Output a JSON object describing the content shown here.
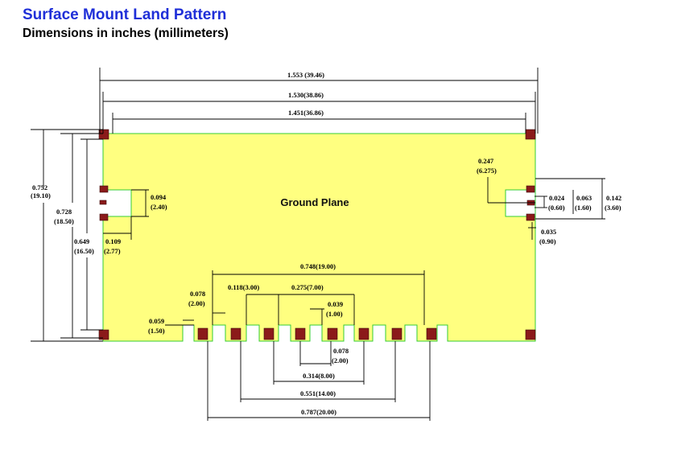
{
  "header": {
    "title": "Surface Mount Land Pattern",
    "subtitle": "Dimensions in inches (millimeters)"
  },
  "diagram": {
    "plane_label": "Ground Plane",
    "colors": {
      "plane_fill": "#ffff80",
      "plane_outline": "#33cc33",
      "pad": "#8b1a1a",
      "title": "#1f2fd8"
    },
    "dimensions": {
      "overall_width": "1.553 (39.46)",
      "outer_width": "1.530(38.86)",
      "inner_width": "1.451(36.86)",
      "height_total_in": "0.752",
      "height_total_mm": "(19.10)",
      "height_mid_in": "0.728",
      "height_mid_mm": "(18.50)",
      "height_inner_in": "0.649",
      "height_inner_mm": "(16.50)",
      "left_notch_h_in": "0.094",
      "left_notch_h_mm": "(2.40)",
      "left_notch_w_in": "0.109",
      "left_notch_w_mm": "(2.77)",
      "right_offset_in": "0.247",
      "right_offset_mm": "(6.275)",
      "right_a_in": "0.024",
      "right_a_mm": "(0.60)",
      "right_b_in": "0.063",
      "right_b_mm": "(1.60)",
      "right_c_in": "0.142",
      "right_c_mm": "(3.60)",
      "right_d_in": "0.035",
      "right_d_mm": "(0.90)",
      "pin_span": "0.748(19.00)",
      "pin_a_in": "0.078",
      "pin_a_mm": "(2.00)",
      "pin_pitch": "0.118(3.00)",
      "pin_b": "0.275(7.00)",
      "pin_c_in": "0.039",
      "pin_c_mm": "(1.00)",
      "pin_d_in": "0.059",
      "pin_d_mm": "(1.50)",
      "pin_e_in": "0.078",
      "pin_e_mm": "(2.00)",
      "span_8": "0.314(8.00)",
      "span_14": "0.551(14.00)",
      "span_20": "0.787(20.00)"
    }
  }
}
